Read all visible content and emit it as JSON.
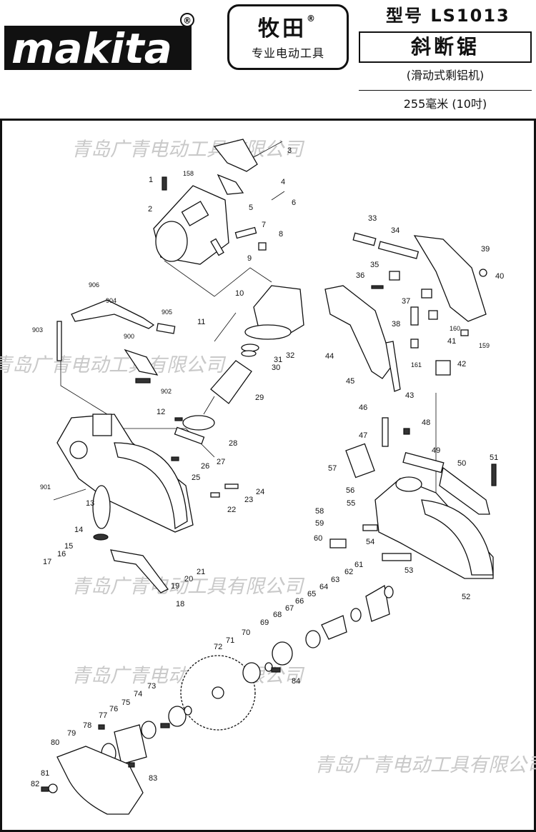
{
  "header": {
    "logo_text": "makita",
    "logo_registered": "®",
    "cn_brand": "牧田",
    "cn_brand_registered": "®",
    "cn_subtitle": "专业电动工具",
    "model": "型号 LS1013",
    "tool_name": "斜断锯",
    "tool_type": "(滑动式剩铝机)",
    "blade_size": "255毫米 (10吋)"
  },
  "watermark": {
    "line1": "青岛广青电动工具有限公司"
  },
  "part_labels": [
    "1",
    "2",
    "3",
    "4",
    "5",
    "6",
    "7",
    "8",
    "9",
    "10",
    "11",
    "12",
    "13",
    "14",
    "15",
    "16",
    "17",
    "18",
    "19",
    "20",
    "21",
    "22",
    "23",
    "24",
    "25",
    "26",
    "27",
    "28",
    "29",
    "30",
    "31",
    "32",
    "33",
    "34",
    "35",
    "36",
    "37",
    "38",
    "39",
    "40",
    "41",
    "42",
    "43",
    "44",
    "45",
    "46",
    "47",
    "48",
    "49",
    "50",
    "51",
    "52",
    "53",
    "54",
    "55",
    "56",
    "57",
    "58",
    "59",
    "60",
    "61",
    "62",
    "63",
    "64",
    "65",
    "66",
    "67",
    "68",
    "69",
    "70",
    "71",
    "72",
    "73",
    "74",
    "75",
    "76",
    "77",
    "78",
    "79",
    "80",
    "81",
    "82",
    "83",
    "84",
    "158",
    "159",
    "160",
    "161",
    "900",
    "901",
    "902",
    "903",
    "904",
    "905",
    "906"
  ]
}
